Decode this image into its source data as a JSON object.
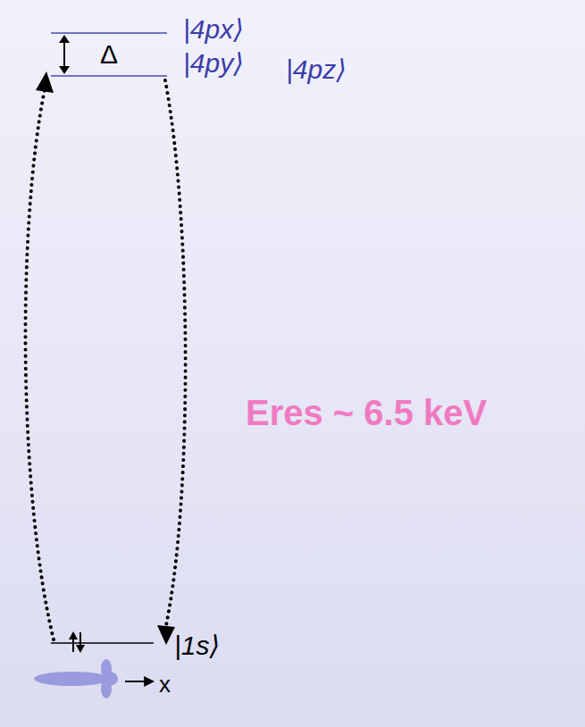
{
  "diagram": {
    "labels": [
      "|4px⟩",
      "Δ",
      "|4py⟩",
      "|4pz⟩",
      "Eres ~ 6.5 keV",
      "|1s⟩",
      "x"
    ]
  }
}
